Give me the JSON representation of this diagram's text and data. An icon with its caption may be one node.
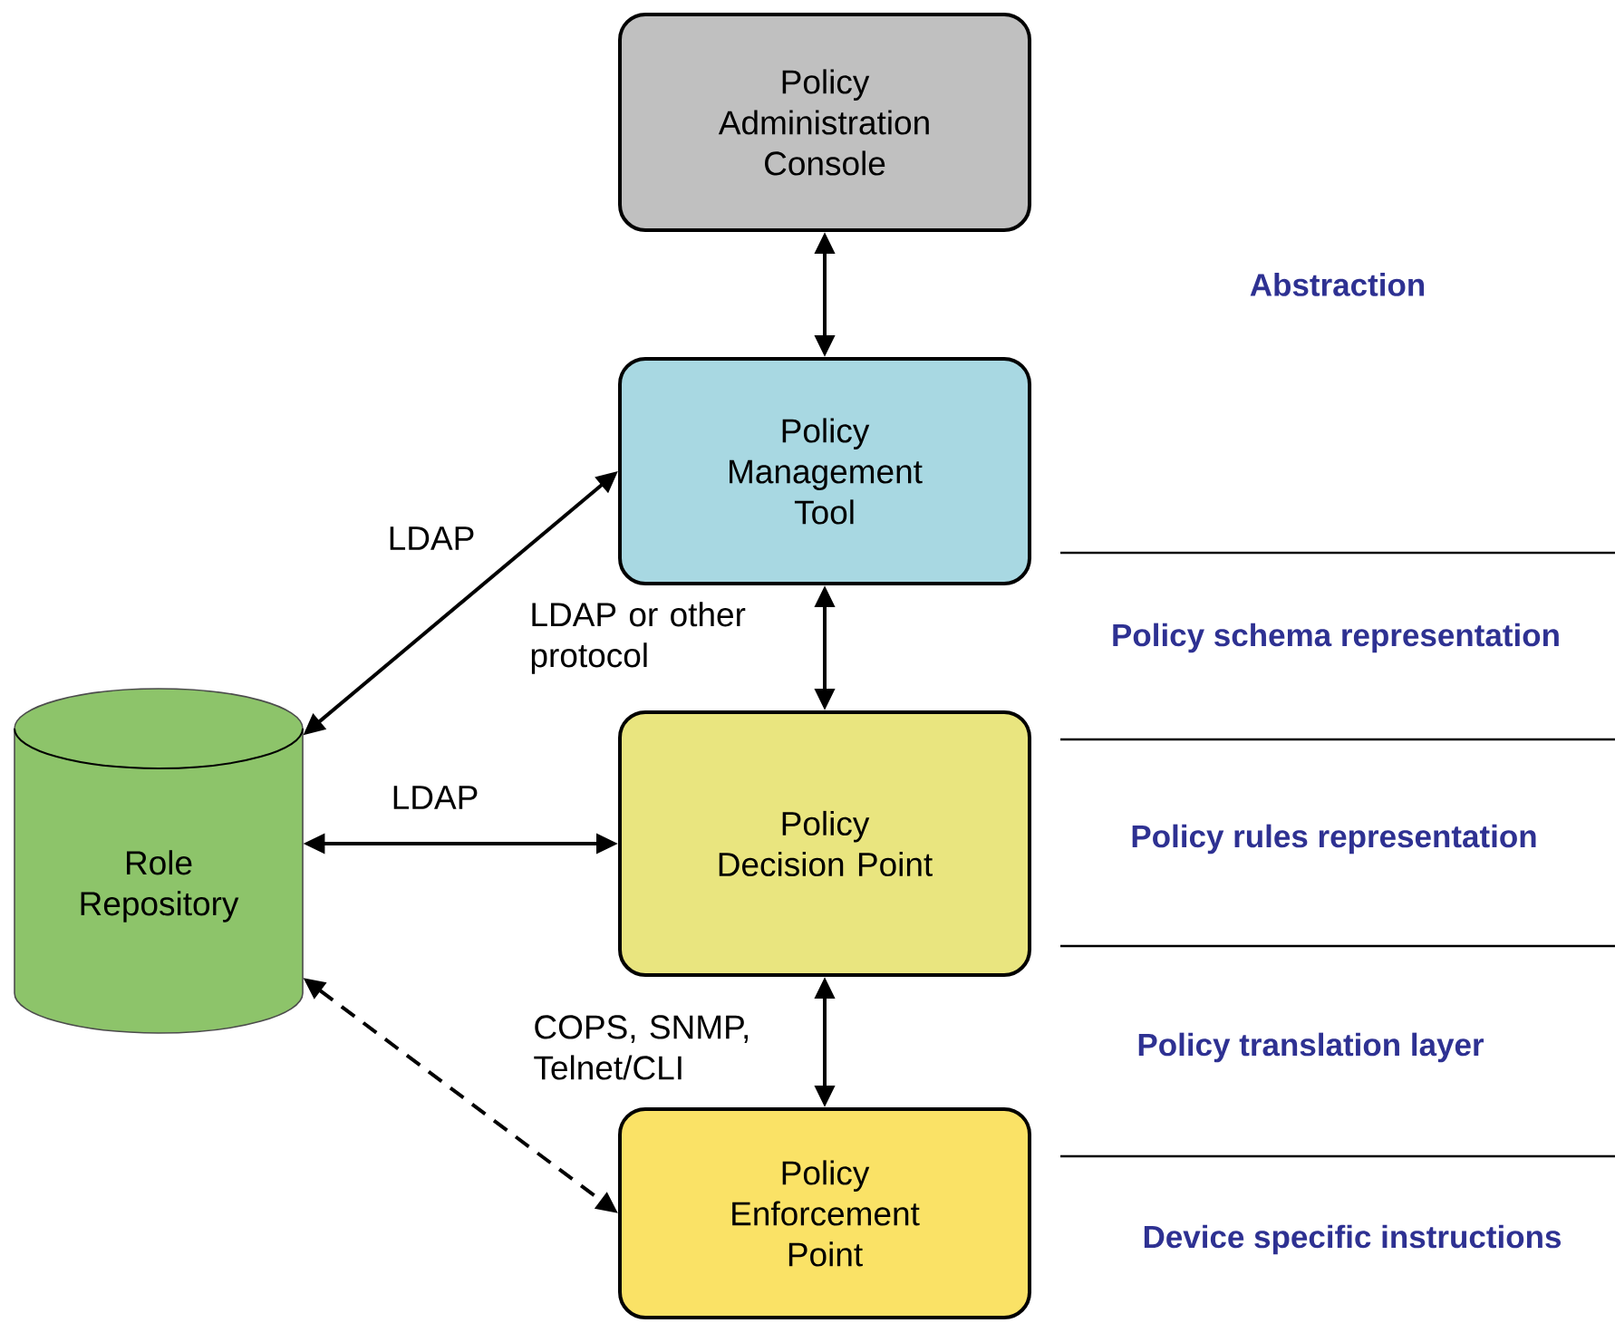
{
  "diagram": {
    "nodes": [
      {
        "text": [
          "Policy Administration Console"
        ]
      },
      {
        "text": [
          "Policy Management Tool"
        ]
      },
      {
        "text": [
          "Role Repository"
        ]
      },
      {
        "text": [
          "Policy Decision Point"
        ]
      },
      {
        "text": [
          "Policy Enforcement Point"
        ]
      }
    ],
    "edges": [
      {
        "from": 0,
        "to": 1,
        "arrow": "both"
      },
      {
        "from": 2,
        "to": 1,
        "arrow": "both",
        "label": "LDAP"
      },
      {
        "from": 1,
        "to": 3,
        "arrow": "both",
        "label": "LDAP or other protocol"
      },
      {
        "from": 2,
        "to": 3,
        "arrow": "both",
        "label": "LDAP"
      },
      {
        "from": 3,
        "to": 4,
        "arrow": "both",
        "label": "COPS, SNMP, Telnet/CLI"
      },
      {
        "from": 2,
        "to": 4,
        "arrow": "both",
        "style": "dashed"
      }
    ],
    "labels": [
      "Abstraction",
      "Policy schema representation",
      "Policy rules representation",
      "Policy translation layer",
      "Device specific instructions"
    ]
  }
}
